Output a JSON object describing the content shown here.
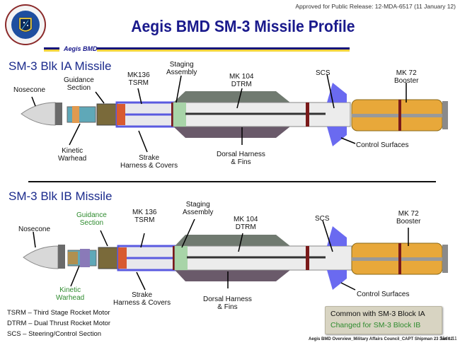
{
  "header": {
    "approval": "Approved for Public Release: 12-MDA-6517 (11 January 12)",
    "title": "Aegis BMD SM-3 Missile Profile",
    "band_label": "Aegis BMD",
    "logo_text": "MISSILE DEFENSE AGENCY"
  },
  "colors": {
    "title_blue": "#1a1a8c",
    "band_yellow": "#f2d43c",
    "booster_orange": "#e8a83a",
    "changed_green": "#2e8b2e",
    "control_surface_blue": "#6a6af0"
  },
  "blk_ia": {
    "title": "SM-3 Blk IA Missile",
    "labels": {
      "nosecone": "Nosecone",
      "guidance_1": "Guidance",
      "guidance_2": "Section",
      "kinetic_1": "Kinetic",
      "kinetic_2": "Warhead",
      "tsrm_1": "MK136",
      "tsrm_2": "TSRM",
      "staging_1": "Staging",
      "staging_2": "Assembly",
      "strake_1": "Strake",
      "strake_2": "Harness & Covers",
      "dtrm_1": "MK 104",
      "dtrm_2": "DTRM",
      "dorsal_1": "Dorsal Harness",
      "dorsal_2": "& Fins",
      "scs": "SCS",
      "booster_1": "MK 72",
      "booster_2": "Booster",
      "control": "Control Surfaces"
    }
  },
  "blk_ib": {
    "title": "SM-3 Blk IB Missile",
    "labels": {
      "nosecone": "Nosecone",
      "guidance_1": "Guidance",
      "guidance_2": "Section",
      "kinetic_1": "Kinetic",
      "kinetic_2": "Warhead",
      "tsrm_1": "MK 136",
      "tsrm_2": "TSRM",
      "staging_1": "Staging",
      "staging_2": "Assembly",
      "strake_1": "Strake",
      "strake_2": "Harness & Covers",
      "dtrm_1": "MK 104",
      "dtrm_2": "DTRM",
      "dorsal_1": "Dorsal Harness",
      "dorsal_2": "& Fins",
      "scs": "SCS",
      "booster_1": "MK 72",
      "booster_2": "Booster",
      "control": "Control Surfaces"
    }
  },
  "acronyms": [
    "TSRM – Third Stage Rocket Motor",
    "DTRM – Dual Thrust Rocket Motor",
    "SCS – Steering/Control Section"
  ],
  "key": {
    "common": "Common with SM-3 Block IA",
    "changed": "Changed for SM-3 Block IB"
  },
  "footer": {
    "text": "Aegis BMD Overview_Military Affairs Council_CAPT Shipman 23 Jan 12",
    "slide": "Slide 11"
  }
}
